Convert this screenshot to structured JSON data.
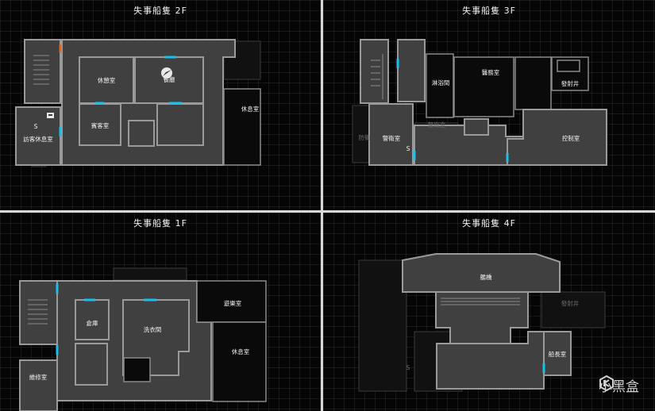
{
  "panels": {
    "f2": {
      "title": "失事船隻 2F",
      "rooms": {
        "lounge_a": "休憩室",
        "restaurant": "餐廳",
        "guest_room": "賓客室",
        "visitor_lounge": "訪客休息室",
        "lounge_b": "休息室"
      }
    },
    "f3": {
      "title": "失事船隻 3F",
      "rooms": {
        "shower": "淋浴間",
        "medical": "醫務室",
        "launch_well": "發射井",
        "guard": "警衛室",
        "control": "控制室",
        "guard_faint": "防衛",
        "guard2_faint": "警衛室"
      }
    },
    "f1": {
      "title": "失事船隻 1F",
      "rooms": {
        "storage": "倉庫",
        "laundry": "洗衣間",
        "game_room": "遊樂室",
        "rest_room": "休息室",
        "repair": "維修室"
      }
    },
    "f4": {
      "title": "失事船隻 4F",
      "rooms": {
        "bridge": "艦橋",
        "launch_well_faint": "發射井",
        "captain": "船長室"
      }
    }
  },
  "markers": {
    "save": "S",
    "chest_icon": "treasure-chest-icon",
    "compass_icon": "compass-icon"
  },
  "colors": {
    "door_cyan": "#18c0ea",
    "door_orange": "#e2682a",
    "room_fill": "#404040",
    "wall": "#9a9a9a"
  },
  "watermark": {
    "text": "小黑盒",
    "icon": "xiaoheihe-logo-icon"
  }
}
